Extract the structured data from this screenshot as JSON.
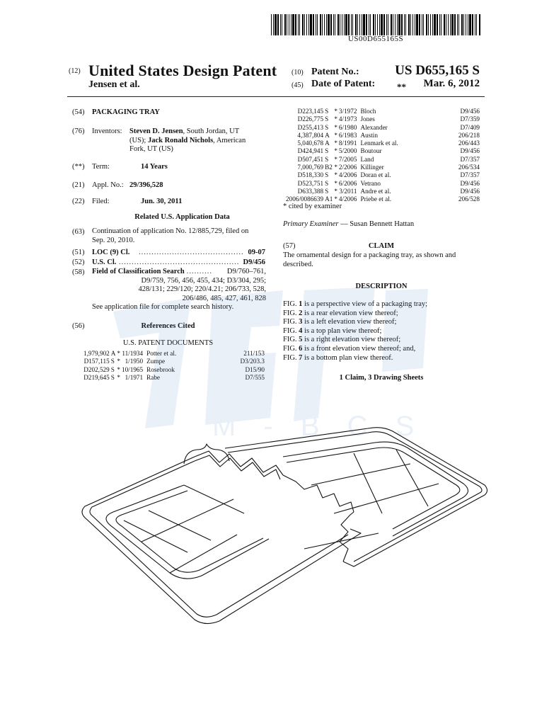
{
  "header": {
    "barcode_number": "US00D655165S",
    "code_12": "(12)",
    "title": "United States Design Patent",
    "applicant": "Jensen et al.",
    "code_10": "(10)",
    "patent_no_label": "Patent No.:",
    "patent_no": "US D655,165 S",
    "code_45": "(45)",
    "date_label": "Date of Patent:",
    "date_mark": "**",
    "date": "Mar. 6, 2012"
  },
  "left": {
    "c54": "(54)",
    "title": "PACKAGING TRAY",
    "c76": "(76)",
    "inventors_label": "Inventors:",
    "inv1_name": "Steven D. Jensen",
    "inv1_rest": ", South Jordan, UT",
    "inv2_pre": "(US); ",
    "inv2_name": "Jack Ronald Nichols",
    "inv2_rest": ", American",
    "inv3": "Fork, UT (US)",
    "cterm": "(**)",
    "term_label": "Term:",
    "term": "14 Years",
    "c21": "(21)",
    "appl_label": "Appl. No.:",
    "appl": "29/396,528",
    "c22": "(22)",
    "filed_label": "Filed:",
    "filed": "Jun. 30, 2011",
    "related_heading": "Related U.S. Application Data",
    "c63": "(63)",
    "cont1": "Continuation of application No. 12/885,729, filed on",
    "cont2": "Sep. 20, 2010.",
    "c51": "(51)",
    "loc_label": "LOC (9) Cl.",
    "loc": "09-07",
    "c52": "(52)",
    "uscl_label": "U.S. Cl.",
    "uscl": "D9/456",
    "c58": "(58)",
    "field_label": "Field of Classification Search",
    "field1": "D9/760–761,",
    "field2": "D9/759, 756, 456, 455, 434; D3/304, 295;",
    "field3": "428/131; 229/120; 220/4.21; 206/733, 528,",
    "field4": "206/486, 485, 427, 461, 828",
    "field5": "See application file for complete search history.",
    "c56": "(56)",
    "refs_heading": "References Cited",
    "usdocs_heading": "U.S. PATENT DOCUMENTS",
    "refs": [
      {
        "no": "1,979,902",
        "k": "A",
        "s": "*",
        "date": "11/1934",
        "name": "Potter et al.",
        "cls": "211/153"
      },
      {
        "no": "D157,115",
        "k": "S",
        "s": "*",
        "date": "1/1950",
        "name": "Zumpe",
        "cls": "D3/203.3"
      },
      {
        "no": "D202,529",
        "k": "S",
        "s": "*",
        "date": "10/1965",
        "name": "Rosebrook",
        "cls": "D15/90"
      },
      {
        "no": "D219,645",
        "k": "S",
        "s": "*",
        "date": "1/1971",
        "name": "Rabe",
        "cls": "D7/555"
      }
    ]
  },
  "right": {
    "refs": [
      {
        "no": "D223,145",
        "k": "S",
        "s": "*",
        "date": "3/1972",
        "name": "Bloch",
        "cls": "D9/456"
      },
      {
        "no": "D226,775",
        "k": "S",
        "s": "*",
        "date": "4/1973",
        "name": "Jones",
        "cls": "D7/359"
      },
      {
        "no": "D255,413",
        "k": "S",
        "s": "*",
        "date": "6/1980",
        "name": "Alexander",
        "cls": "D7/409"
      },
      {
        "no": "4,387,804",
        "k": "A",
        "s": "*",
        "date": "6/1983",
        "name": "Austin",
        "cls": "206/218"
      },
      {
        "no": "5,040,678",
        "k": "A",
        "s": "*",
        "date": "8/1991",
        "name": "Lenmark et al.",
        "cls": "206/443"
      },
      {
        "no": "D424,941",
        "k": "S",
        "s": "*",
        "date": "5/2000",
        "name": "Boutour",
        "cls": "D9/456"
      },
      {
        "no": "D507,451",
        "k": "S",
        "s": "*",
        "date": "7/2005",
        "name": "Land",
        "cls": "D7/357"
      },
      {
        "no": "7,000,769",
        "k": "B2",
        "s": "*",
        "date": "2/2006",
        "name": "Killinger",
        "cls": "206/534"
      },
      {
        "no": "D518,330",
        "k": "S",
        "s": "*",
        "date": "4/2006",
        "name": "Doran et al.",
        "cls": "D7/357"
      },
      {
        "no": "D523,751",
        "k": "S",
        "s": "*",
        "date": "6/2006",
        "name": "Vetrano",
        "cls": "D9/456"
      },
      {
        "no": "D633,388",
        "k": "S",
        "s": "*",
        "date": "3/2011",
        "name": "Andre et al.",
        "cls": "D9/456"
      },
      {
        "no": "2006/0086639",
        "k": "A1",
        "s": "*",
        "date": "4/2006",
        "name": "Priebe et al.",
        "cls": "206/528"
      }
    ],
    "cited": "* cited by examiner",
    "examiner_label": "Primary Examiner",
    "examiner": " — Susan Bennett Hattan",
    "c57": "(57)",
    "claim_heading": "CLAIM",
    "claim1": "The ornamental design for a packaging tray, as shown and",
    "claim2": "described.",
    "desc_heading": "DESCRIPTION",
    "figs": [
      {
        "pre": "FIG. ",
        "n": "1",
        "text": " is a perspective view of a packaging tray;"
      },
      {
        "pre": "FIG. ",
        "n": "2",
        "text": " is a rear elevation view thereof;"
      },
      {
        "pre": "FIG. ",
        "n": "3",
        "text": " is a left elevation view thereof;"
      },
      {
        "pre": "FIG. ",
        "n": "4",
        "text": " is a top plan view thereof;"
      },
      {
        "pre": "FIG. ",
        "n": "5",
        "text": " is a right elevation view thereof;"
      },
      {
        "pre": "FIG. ",
        "n": "6",
        "text": " is a front elevation view thereof; and,"
      },
      {
        "pre": "FIG. ",
        "n": "7",
        "text": " is a bottom plan view thereof."
      }
    ],
    "claims_sheets": "1 Claim, 3 Drawing Sheets"
  },
  "watermark": {
    "text": "M - B C S"
  }
}
